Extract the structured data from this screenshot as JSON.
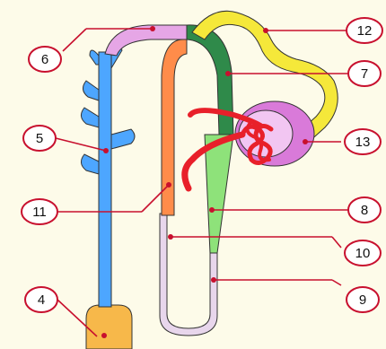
{
  "diagram": {
    "subject": "nephron",
    "colors": {
      "background": "#fdfbe9",
      "collecting_duct": "#4da6ff",
      "ascending_thick_limb": "#ff8c4a",
      "distal_tubule_dark": "#2f8a4a",
      "descending_limb_light": "#8ee27a",
      "proximal_tubule": "#f5e83a",
      "connecting_segment": "#e6a6e6",
      "thin_limb": "#e8d6ec",
      "glomerulus_capillaries": "#e8202a",
      "bowman_capsule": "#d97ad9",
      "papilla_base": "#f7b84a",
      "callout_circle": "#c8102e",
      "leader_line": "#c8102e"
    },
    "callouts": [
      {
        "id": "c4",
        "label": "4"
      },
      {
        "id": "c5",
        "label": "5"
      },
      {
        "id": "c6",
        "label": "6"
      },
      {
        "id": "c7",
        "label": "7"
      },
      {
        "id": "c8",
        "label": "8"
      },
      {
        "id": "c9",
        "label": "9"
      },
      {
        "id": "c10",
        "label": "10"
      },
      {
        "id": "c11",
        "label": "11"
      },
      {
        "id": "c12",
        "label": "12"
      },
      {
        "id": "c13",
        "label": "13"
      }
    ]
  }
}
